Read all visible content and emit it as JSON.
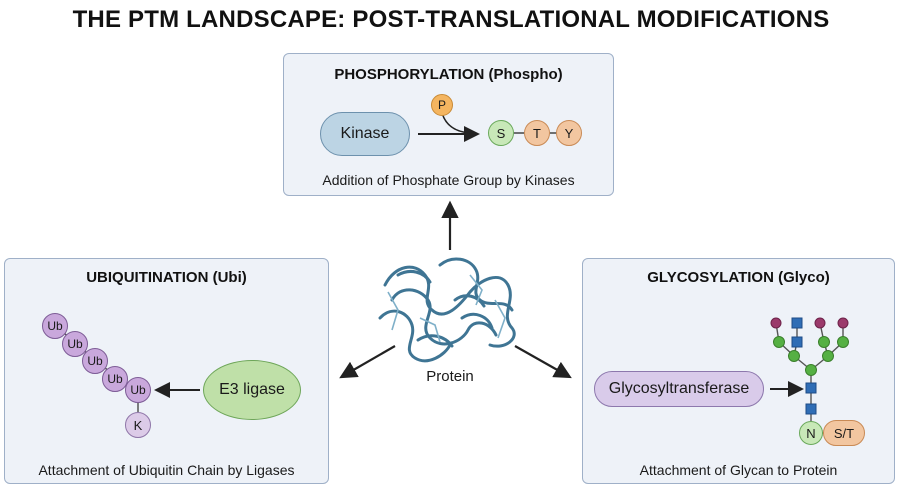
{
  "title": "THE PTM LANDSCAPE: POST-TRANSLATIONAL MODIFICATIONS",
  "center": {
    "label": "Protein"
  },
  "phosphorylation": {
    "title": "PHOSPHORYLATION (Phospho)",
    "enzyme": "Kinase",
    "group": "P",
    "residues": [
      "S",
      "T",
      "Y"
    ],
    "caption": "Addition of Phosphate Group by Kinases"
  },
  "ubiquitination": {
    "title": "UBIQUITINATION (Ubi)",
    "enzyme": "E3 ligase",
    "chain": [
      "Ub",
      "Ub",
      "Ub",
      "Ub",
      "Ub"
    ],
    "residue": "K",
    "caption": "Attachment of Ubiquitin Chain by Ligases"
  },
  "glycosylation": {
    "title": "GLYCOSYLATION (Glyco)",
    "enzyme": "Glycosyltransferase",
    "residues": [
      "N",
      "S/T"
    ],
    "caption": "Attachment of Glycan to Protein"
  },
  "colors": {
    "panel_bg": "#eef2f8",
    "panel_border": "#9fb0c8",
    "protein": "#4f86a4",
    "glycan_square": "#2f6db5",
    "glycan_circle": "#55b043",
    "glycan_tip": "#9b3a6b"
  }
}
